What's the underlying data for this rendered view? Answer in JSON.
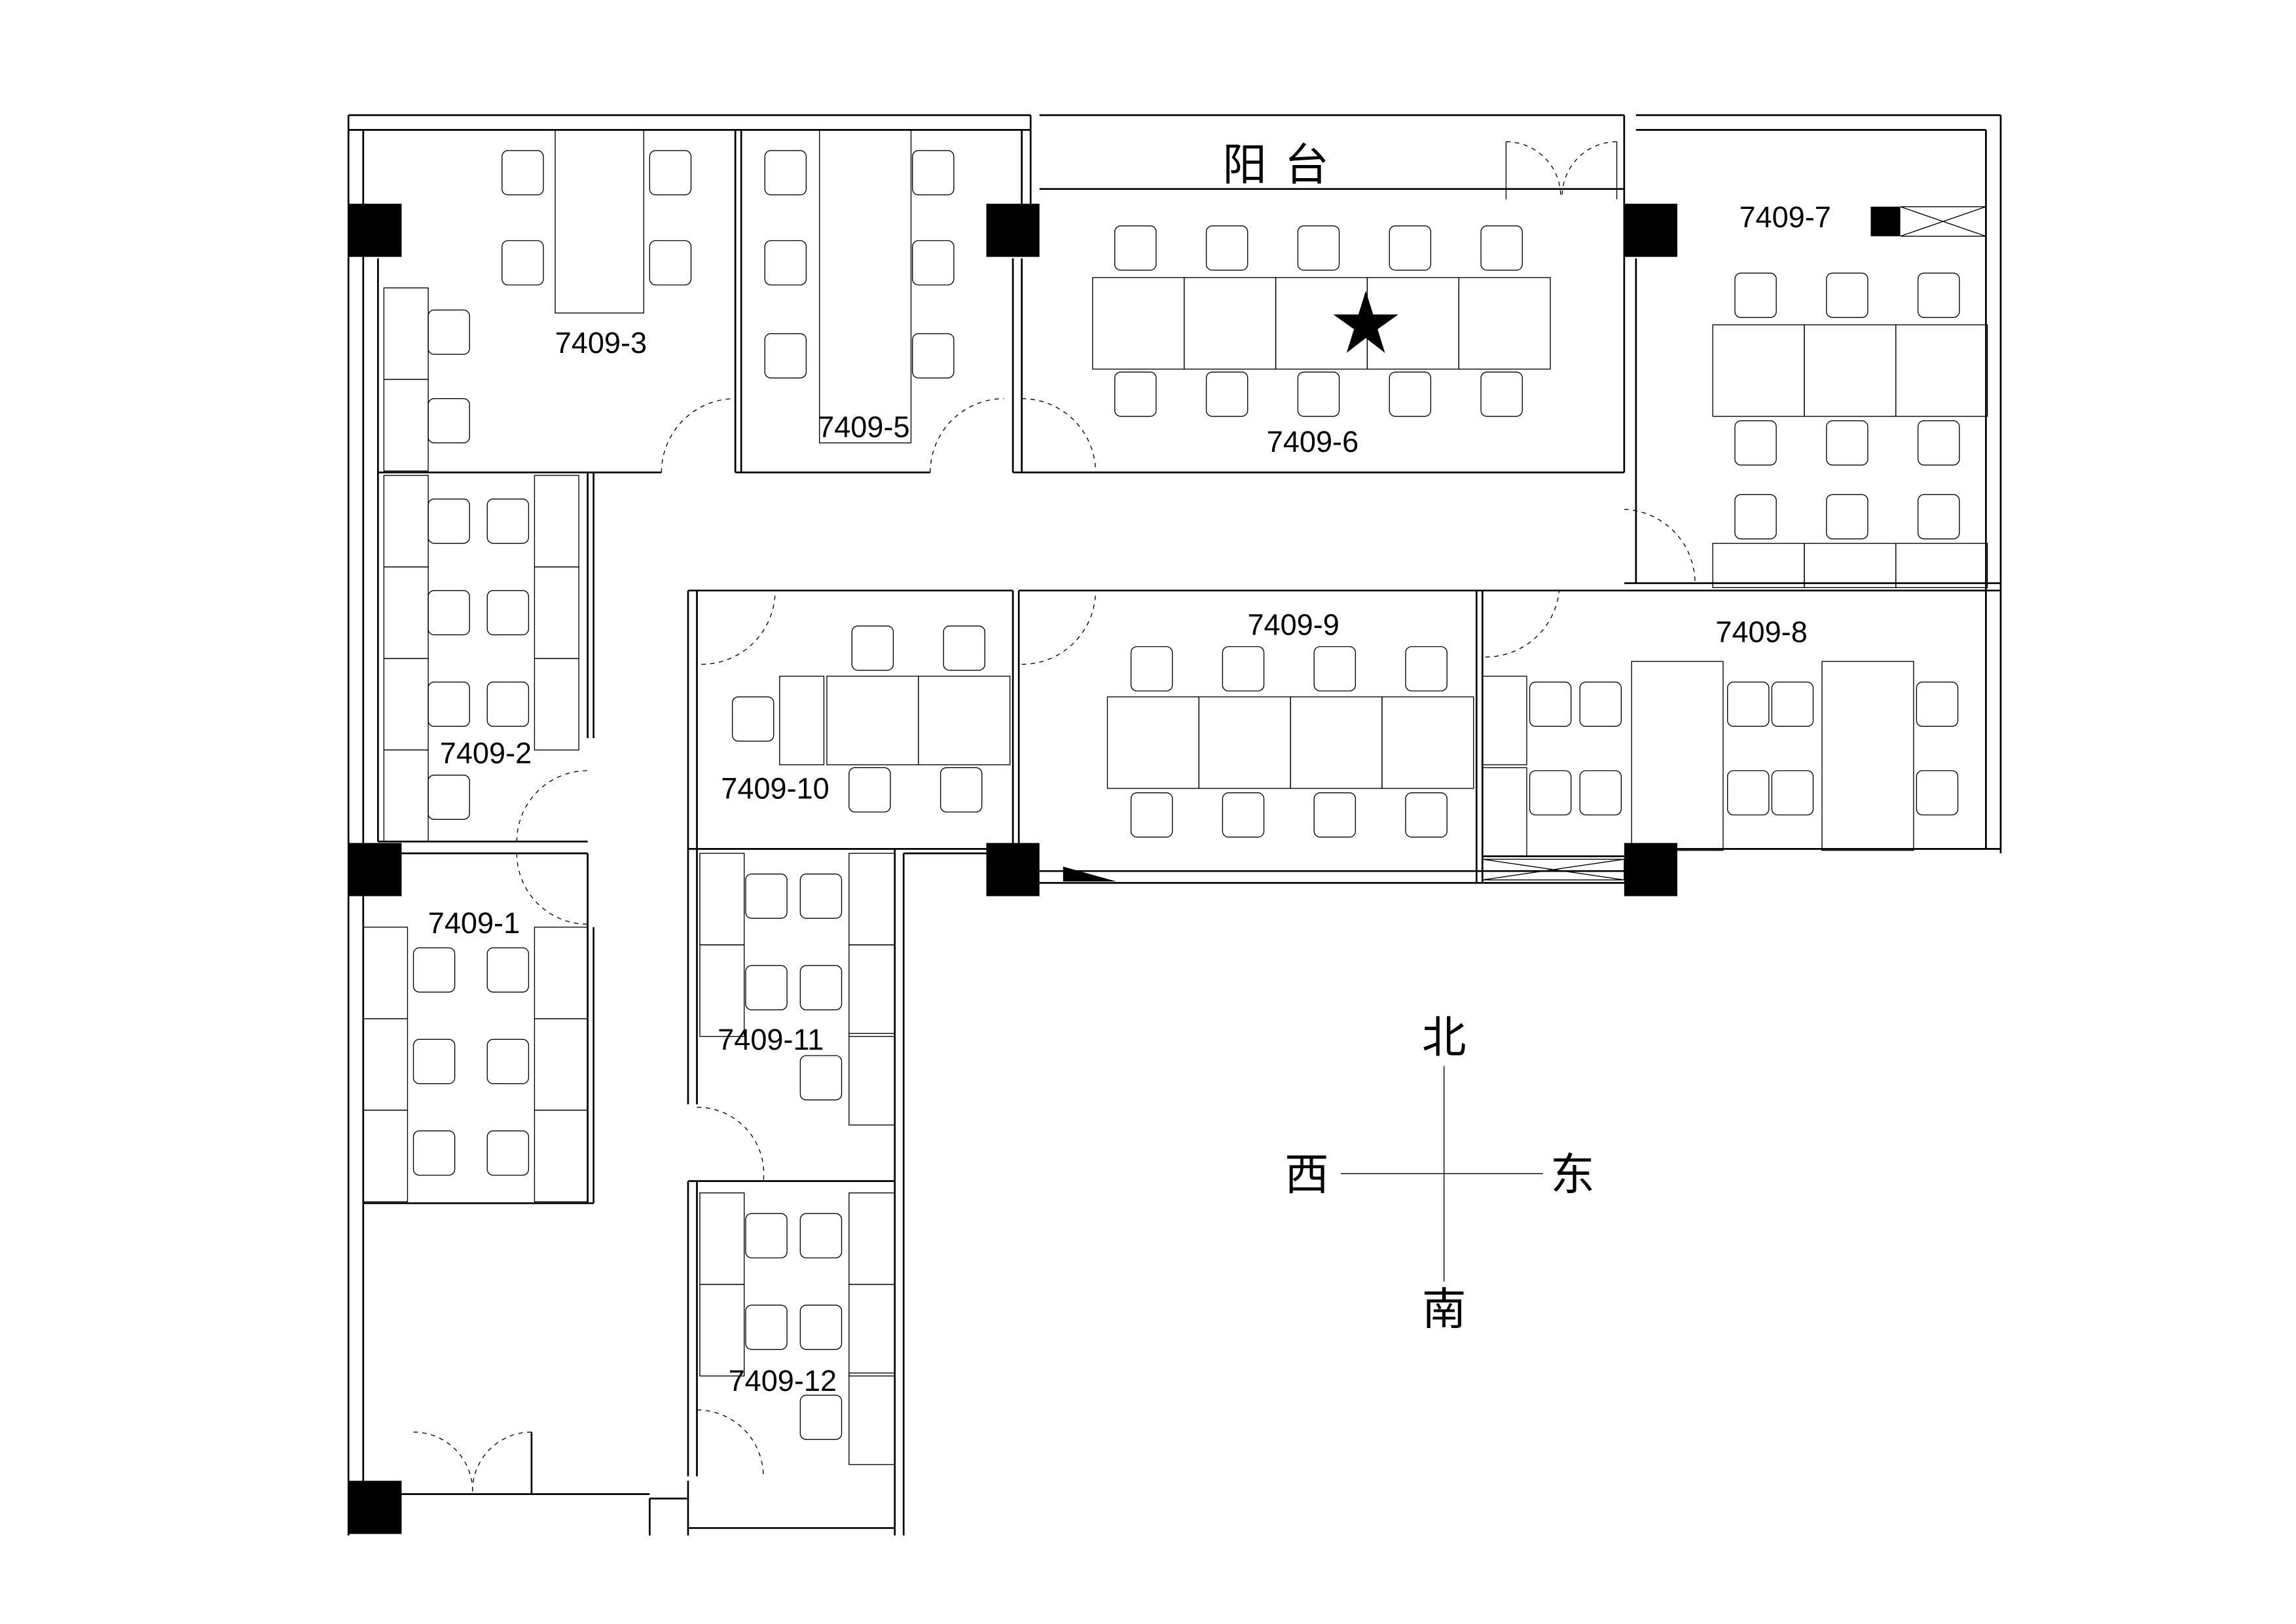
{
  "balcony_label": "阳台",
  "rooms": [
    {
      "id": "7409-1",
      "label": "7409-1"
    },
    {
      "id": "7409-2",
      "label": "7409-2"
    },
    {
      "id": "7409-3",
      "label": "7409-3"
    },
    {
      "id": "7409-5",
      "label": "7409-5"
    },
    {
      "id": "7409-6",
      "label": "7409-6"
    },
    {
      "id": "7409-7",
      "label": "7409-7"
    },
    {
      "id": "7409-8",
      "label": "7409-8"
    },
    {
      "id": "7409-9",
      "label": "7409-9"
    },
    {
      "id": "7409-10",
      "label": "7409-10"
    },
    {
      "id": "7409-11",
      "label": "7409-11"
    },
    {
      "id": "7409-12",
      "label": "7409-12"
    }
  ],
  "compass": {
    "north": "北",
    "south": "南",
    "east": "东",
    "west": "西"
  },
  "marker": {
    "icon": "star-icon",
    "room": "7409-6"
  },
  "colors": {
    "line": "#000000",
    "background": "#ffffff"
  }
}
